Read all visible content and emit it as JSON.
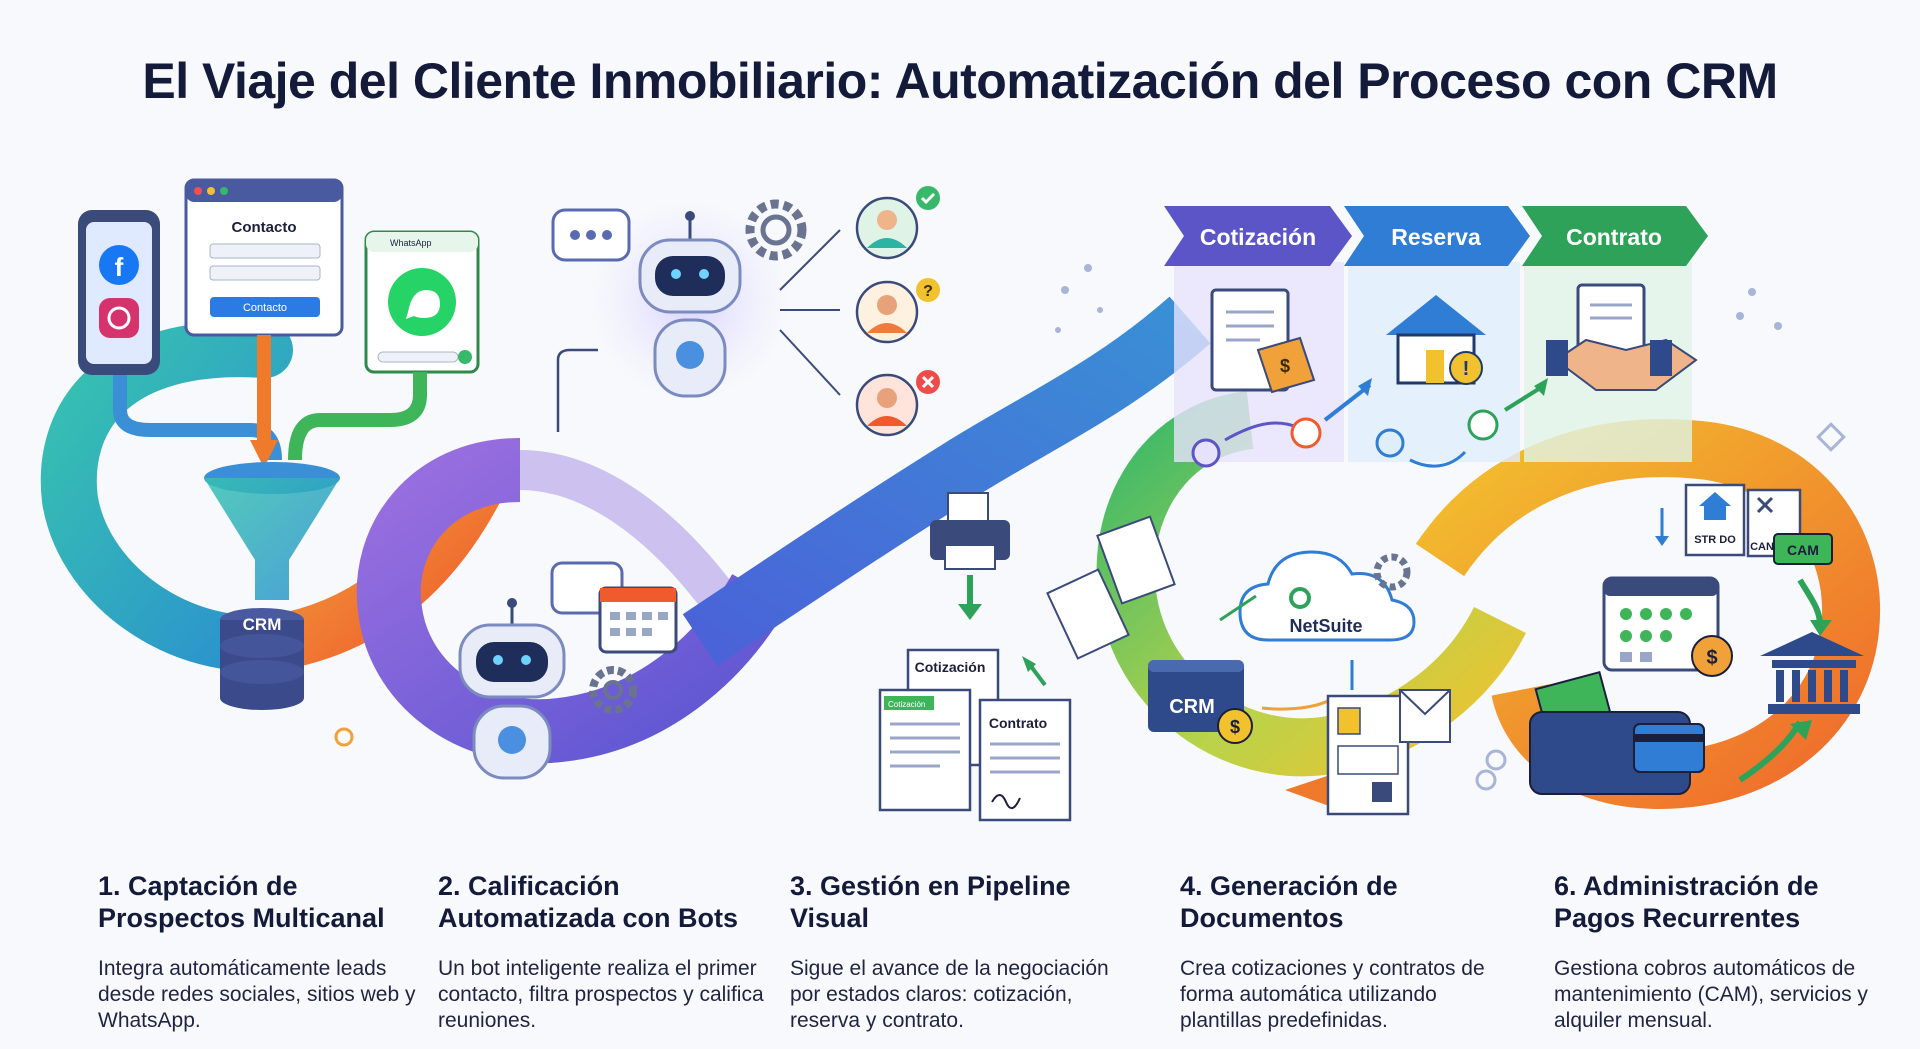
{
  "title": "El Viaje del Cliente Inmobiliario: Automatización del Proceso con CRM",
  "stage1": {
    "form_title": "Contacto",
    "form_button": "Contacto",
    "whatsapp_label": "WhatsApp",
    "crm_label": "CRM"
  },
  "pipeline": {
    "stages": [
      "Cotización",
      "Reserva",
      "Contrato"
    ]
  },
  "stage3": {
    "doc_cotizacion": "Cotización",
    "doc_cotizacion_small": "Cotización",
    "doc_contrato": "Contrato"
  },
  "stage4": {
    "netsuite_label": "NetSuite",
    "crm_label": "CRM"
  },
  "stage6": {
    "doc1_label": "STR DO",
    "doc2_label": "CAN",
    "cam_label": "CAM"
  },
  "steps": [
    {
      "title": "1. Captación de Prospectos Multicanal",
      "text": "Integra automáticamente leads desde redes sociales, sitios web y WhatsApp."
    },
    {
      "title": "2. Calificación Automatizada con Bots",
      "text": "Un bot inteligente realiza el primer contacto, filtra prospectos y califica reuniones."
    },
    {
      "title": "3. Gestión en Pipeline Visual",
      "text": "Sigue el avance de la negociación por estados claros: cotización, reserva y contrato."
    },
    {
      "title": "4. Generación de Documentos",
      "text": "Crea cotizaciones y contratos de forma automática utilizando plantillas predefinidas."
    },
    {
      "title": "6. Administración de Pagos Recurrentes",
      "text": "Gestiona cobros automáticos de mantenimiento (CAM), servicios y alquiler mensual."
    }
  ],
  "colors": {
    "teal": "#2bb3a3",
    "purple": "#7b5cd6",
    "blue": "#3d6fd1",
    "green": "#3fb55a",
    "orange": "#f07a2c",
    "yellow": "#f2c12e"
  }
}
